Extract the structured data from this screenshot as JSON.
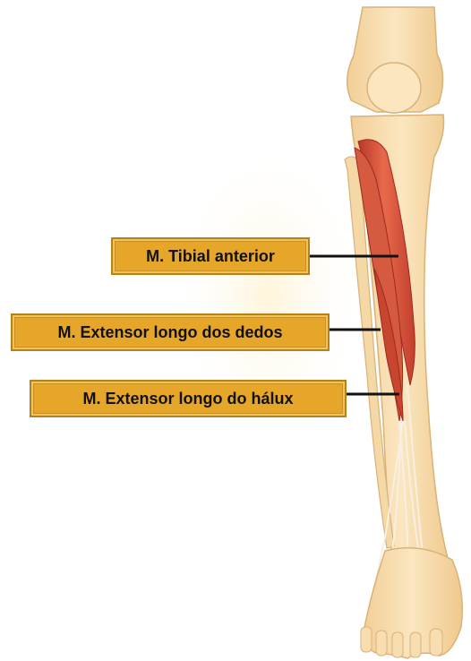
{
  "labels": {
    "tibialis_anterior": "M. Tibial anterior",
    "extensor_digitorum_longus": "M. Extensor longo dos dedos",
    "extensor_hallucis_longus": "M. Extensor longo do hálux"
  },
  "colors": {
    "label_fill": "#e6a62a",
    "label_border": "#b8801a",
    "bone": "#f7ddb0",
    "muscle": "#d9533a",
    "leader_line": "#111111"
  }
}
